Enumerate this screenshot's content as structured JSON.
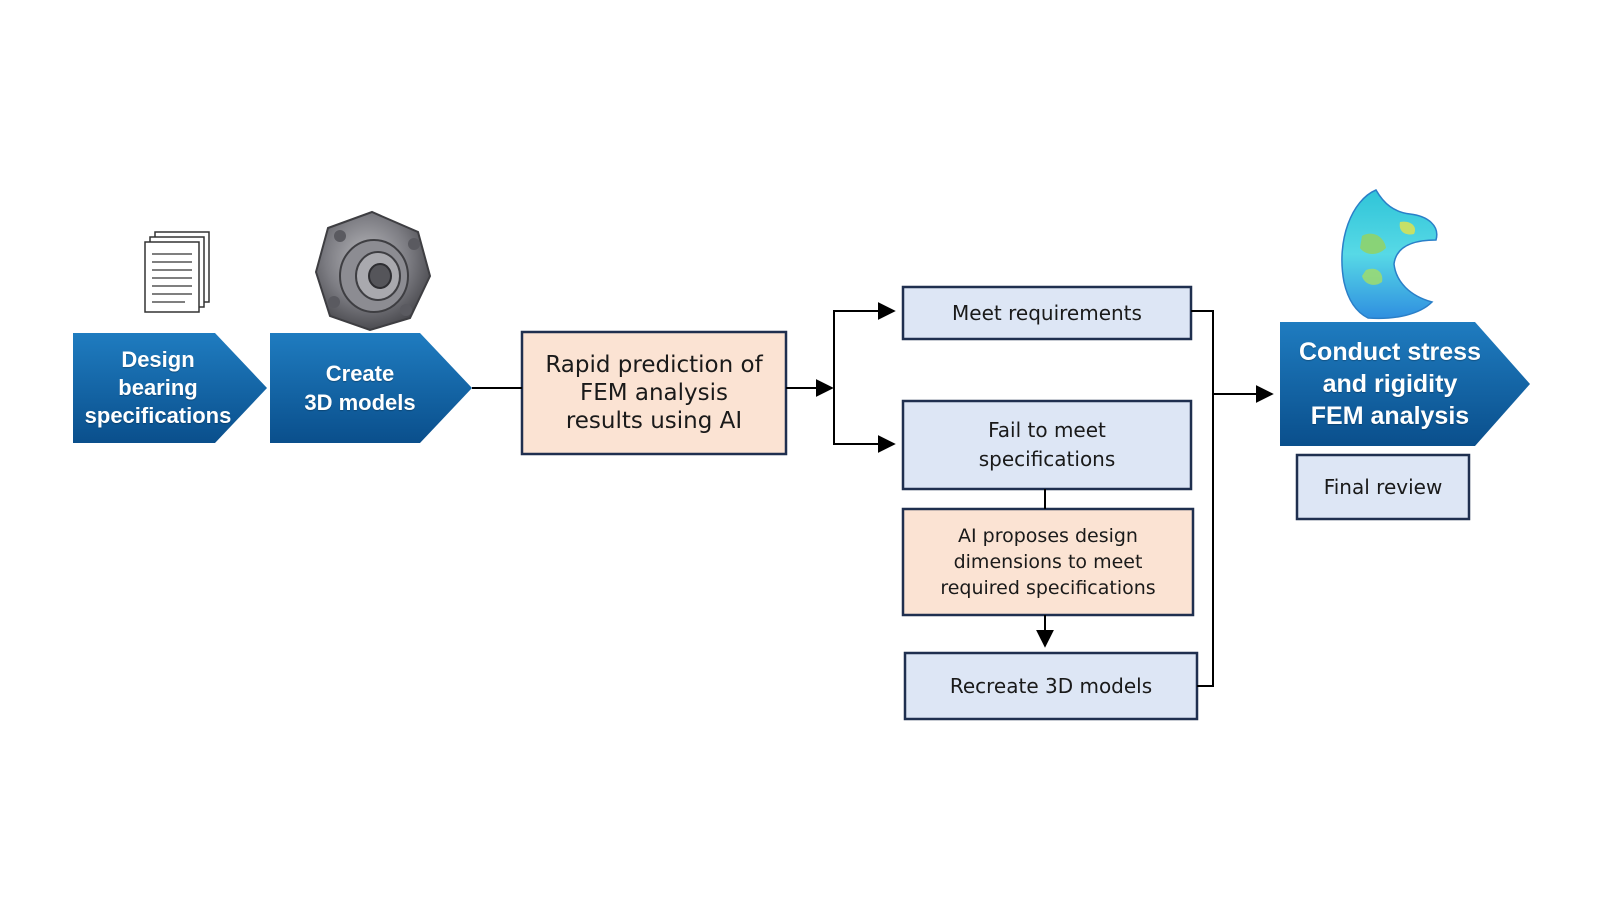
{
  "colors": {
    "chevron_top": "#1f7cc0",
    "chevron_bottom": "#0a4f8c",
    "blue_box_fill": "#dde6f5",
    "peach_box_fill": "#fbe3d3",
    "box_border": "#1f2f4f",
    "line": "#000000"
  },
  "chevrons": {
    "design": {
      "text": "Design\nbearing\nspecifications",
      "icon": "document-stack-icon"
    },
    "create": {
      "text": "Create\n3D models",
      "icon": "bearing-hub-icon"
    },
    "conduct": {
      "text": "Conduct stress\nand rigidity\nFEM analysis",
      "icon": "fem-stress-model-icon"
    }
  },
  "boxes": {
    "rapid": {
      "text": "Rapid prediction of\nFEM analysis\nresults  using AI",
      "style": "peach"
    },
    "meet": {
      "text": "Meet requirements",
      "style": "blue"
    },
    "fail": {
      "text": "Fail to meet\nspecifications",
      "style": "blue"
    },
    "ai_proposes": {
      "text": "AI proposes design\ndimensions to meet\nrequired specifications",
      "style": "peach"
    },
    "recreate": {
      "text": "Recreate 3D models",
      "style": "blue"
    },
    "final": {
      "text": "Final review",
      "style": "blue"
    }
  }
}
